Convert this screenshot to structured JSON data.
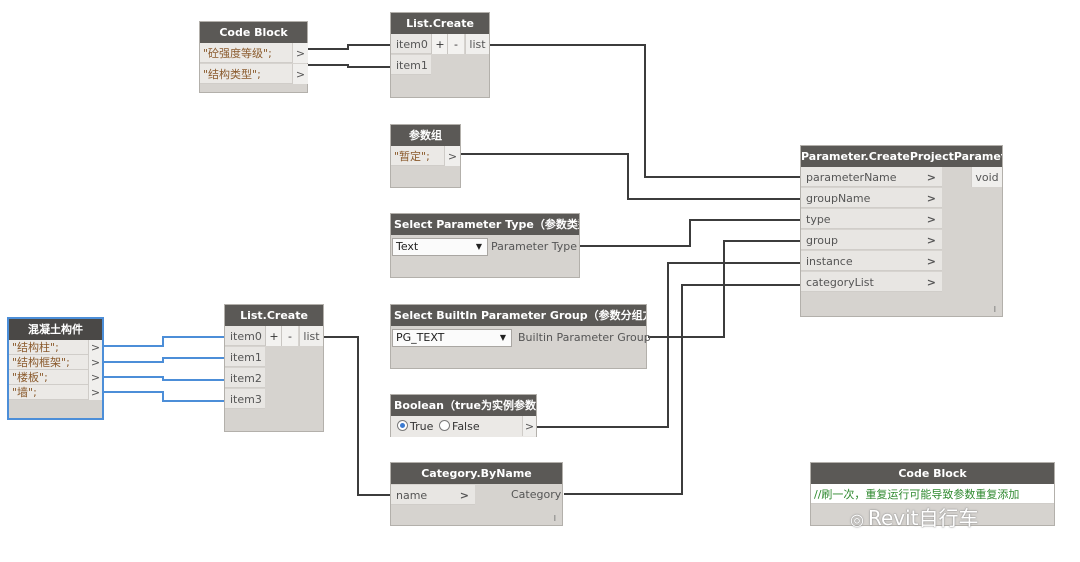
{
  "nodes": {
    "code_block_1": {
      "title": "Code Block",
      "lines": [
        "\"砼强度等级\";",
        "\"结构类型\";"
      ],
      "port": ">"
    },
    "list_create_1": {
      "title": "List.Create",
      "inputs": [
        "item0",
        "item1"
      ],
      "plus": "+",
      "minus": "-",
      "output": "list"
    },
    "param_group": {
      "title": "参数组",
      "line": "\"暂定\";",
      "port": ">"
    },
    "select_param_type": {
      "title": "Select Parameter Type（参数类型）",
      "selected": "Text",
      "output": "Parameter Type"
    },
    "create_project_param": {
      "title": "Parameter.CreateProjectParameter",
      "inputs": [
        "parameterName",
        "groupName",
        "type",
        "group",
        "instance",
        "categoryList"
      ],
      "arrow": ">",
      "output": "void",
      "footer": "l"
    },
    "select_builtin_group": {
      "title": "Select BuiltIn Parameter Group（参数分组方式）",
      "selected": "PG_TEXT",
      "output": "Builtin Parameter Group"
    },
    "boolean": {
      "title": "Boolean（true为实例参数）",
      "opt_true": "True",
      "opt_false": "False",
      "value": true,
      "port": ">"
    },
    "concrete_members": {
      "title": "混凝土构件",
      "lines": [
        "\"结构柱\";",
        "\"结构框架\";",
        "\"楼板\";",
        "\"墙\";"
      ],
      "port": ">"
    },
    "list_create_2": {
      "title": "List.Create",
      "inputs": [
        "item0",
        "item1",
        "item2",
        "item3"
      ],
      "plus": "+",
      "minus": "-",
      "output": "list"
    },
    "category_by_name": {
      "title": "Category.ByName",
      "input": "name",
      "arrow": ">",
      "output": "Category",
      "footer": "l"
    },
    "code_block_2": {
      "title": "Code Block",
      "comment": "//刷一次，重复运行可能导致参数重复添加"
    }
  },
  "watermark": "Revit自行车",
  "colors": {
    "header": "#5b5956",
    "node_body": "#d6d3cf",
    "wire": "#3c3c3c",
    "selected_wire": "#4c8ed8",
    "comment": "#2f8a2f",
    "string": "#8a5a2c"
  }
}
